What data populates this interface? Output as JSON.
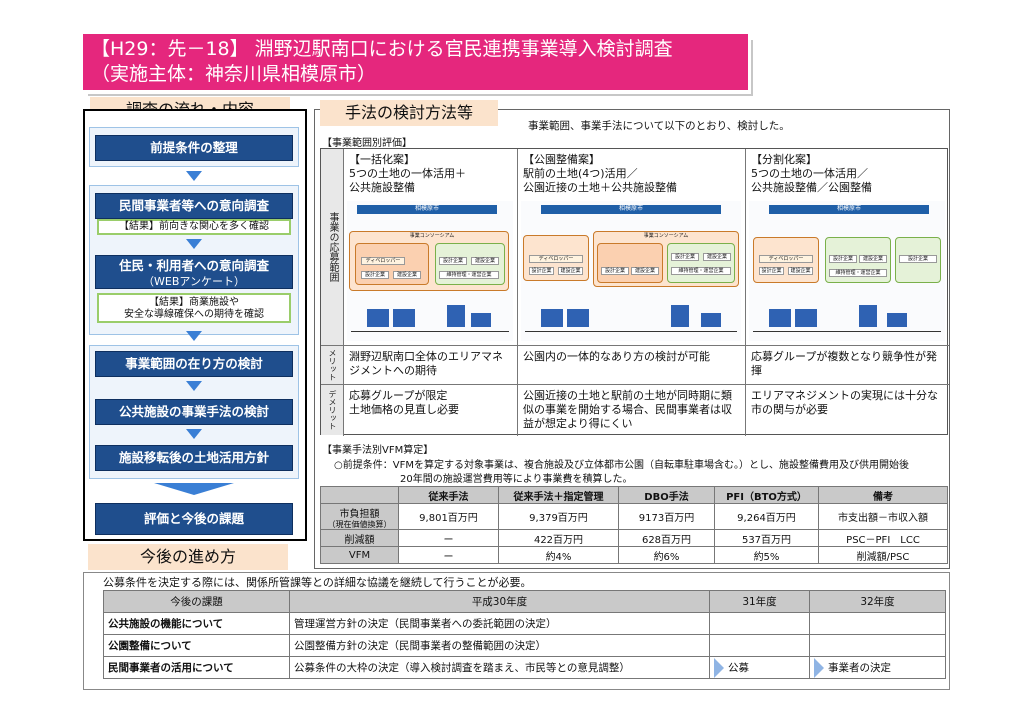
{
  "title": {
    "line1": "【H29：先－18】 淵野辺駅南口における官民連携事業導入検討調査",
    "line2": "（実施主体：神奈川県相模原市）"
  },
  "sections": {
    "flow": "調査の流れ・内容",
    "method": "手法の検討方法等",
    "future": "今後の進め方"
  },
  "flow": {
    "step1": "前提条件の整理",
    "step2": "民間事業者等への意向調査",
    "note2": "【結果】前向きな関心を多く確認",
    "step3": "住民・利用者への意向調査",
    "step3_sub": "（WEBアンケート）",
    "note3_line1": "【結果】商業施設や",
    "note3_line2": "安全な導線確保への期待を確認",
    "step4": "事業範囲の在り方の検討",
    "step5": "公共施設の事業手法の検討",
    "step6": "施設移転後の土地活用方針",
    "step7": "評価と今後の課題"
  },
  "method": {
    "intro": "事業範囲、事業手法について以下のとおり、検討した。",
    "eval_title": "【事業範囲別評価】",
    "row_head_case": "事業の応募範囲",
    "row_head_merit": "メリット",
    "row_head_demerit": "デメリット",
    "cases": [
      {
        "name": "【一括化案】",
        "desc1": "5つの土地の一体活用＋",
        "desc2": "公共施設整備",
        "merit": "淵野辺駅南口全体のエリアマネジメントへの期待",
        "demerit": "応募グループが限定\n土地価格の見直し必要"
      },
      {
        "name": "【公園整備案】",
        "desc1": "駅前の土地(4つ)活用／",
        "desc2": "公園近接の土地＋公共施設整備",
        "merit": "公園内の一体的なあり方の検討が可能",
        "demerit": "公園近接の土地と駅前の土地が同時期に類似の事業を開始する場合、民間事業者は収益が想定より得にくい"
      },
      {
        "name": "【分割化案】",
        "desc1": "5つの土地の一体活用／",
        "desc2": "公共施設整備／公園整備",
        "merit": "応募グループが複数となり競争性が発揮",
        "demerit": "エリアマネジメントの実現には十分な市の関与が必要"
      }
    ],
    "diagram": {
      "city": "相模原市",
      "consortium": "事業コンソーシアム",
      "developer": "ディベロッパー",
      "design": "設計企業",
      "construction": "建設企業",
      "maintenance": "維持管理・運営企業"
    }
  },
  "vfm": {
    "title": "【事業手法別VFM算定】",
    "note1": "○前提条件：VFMを算定する対象事業は、複合施設及び立体都市公園（自転車駐車場含む。）とし、施設整備費用及び供用開始後",
    "note2": "20年間の施設運営費用等により事業費を積算した。",
    "headers": [
      "",
      "従来手法",
      "従来手法＋指定管理",
      "DBO手法",
      "PFI（BTO方式）",
      "備考"
    ],
    "rows": [
      {
        "label": "市負担額",
        "sublabel": "（現在価値換算）",
        "cells": [
          "9,801百万円",
          "9,379百万円",
          "9173百万円",
          "9,264百万円",
          "市支出額－市収入額"
        ]
      },
      {
        "label": "削減額",
        "sublabel": "",
        "cells": [
          "ー",
          "422百万円",
          "628百万円",
          "537百万円",
          "PSC－PFI　LCC"
        ]
      },
      {
        "label": "VFM",
        "sublabel": "",
        "cells": [
          "ー",
          "約4%",
          "約6%",
          "約5%",
          "削減額/PSC"
        ]
      }
    ]
  },
  "future": {
    "intro": "公募条件を決定する際には、関係所管課等との詳細な協議を継続して行うことが必要。",
    "headers": [
      "今後の課題",
      "平成30年度",
      "31年度",
      "32年度"
    ],
    "rows": [
      {
        "task": "公共施設の機能について",
        "h30": "管理運営方針の決定（民間事業者への委託範囲の決定）",
        "h31": "",
        "h32": ""
      },
      {
        "task": "公園整備について",
        "h30": "公園整備方針の決定（民間事業者の整備範囲の決定）",
        "h31": "",
        "h32": ""
      },
      {
        "task": "民間事業者の活用について",
        "h30": "公募条件の大枠の決定（導入検討調査を踏まえ、市民等との意見調整）",
        "h31": "公募",
        "h32": "事業者の決定"
      }
    ]
  },
  "colors": {
    "banner": "#e5277d",
    "flow_box": "#1f4e8d",
    "arrow": "#3a7fd5",
    "section_label": "#fbe3cc"
  }
}
